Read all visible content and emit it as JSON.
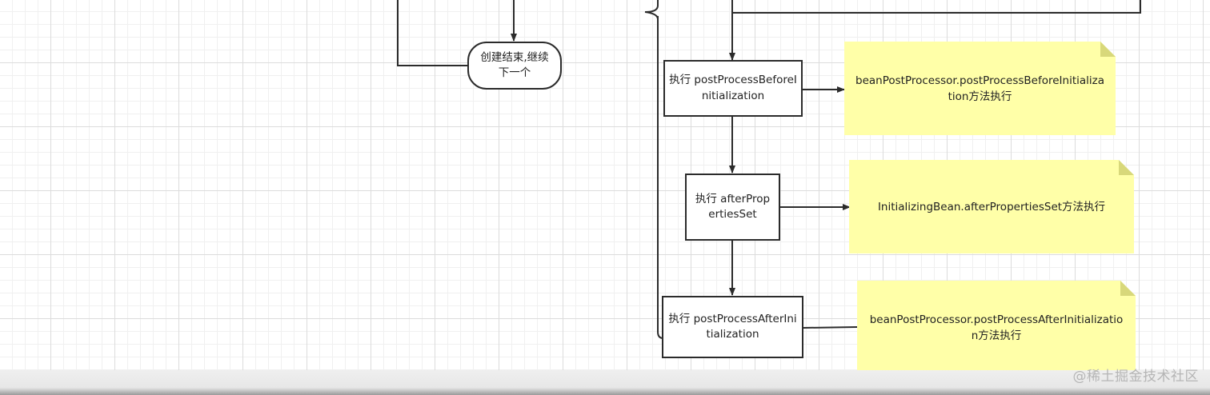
{
  "diagram": {
    "terminal_node": "创建结束,继续下一个",
    "steps": [
      {
        "label": "执行 postProcessBeforeInitialization",
        "note": "beanPostProcessor.postProcessBeforeInitialization方法执行"
      },
      {
        "label": "执行 afterPropertiesSet",
        "note": "InitializingBean.afterPropertiesSet方法执行"
      },
      {
        "label": "执行 postProcessAfterInitialization",
        "note": "beanPostProcessor.postProcessAfterInitialization方法执行"
      }
    ]
  },
  "watermark": "@稀土掘金技术社区",
  "colors": {
    "note_fill": "#ffffa8",
    "note_fold": "#d8d87a",
    "line": "#2b2b2b"
  }
}
